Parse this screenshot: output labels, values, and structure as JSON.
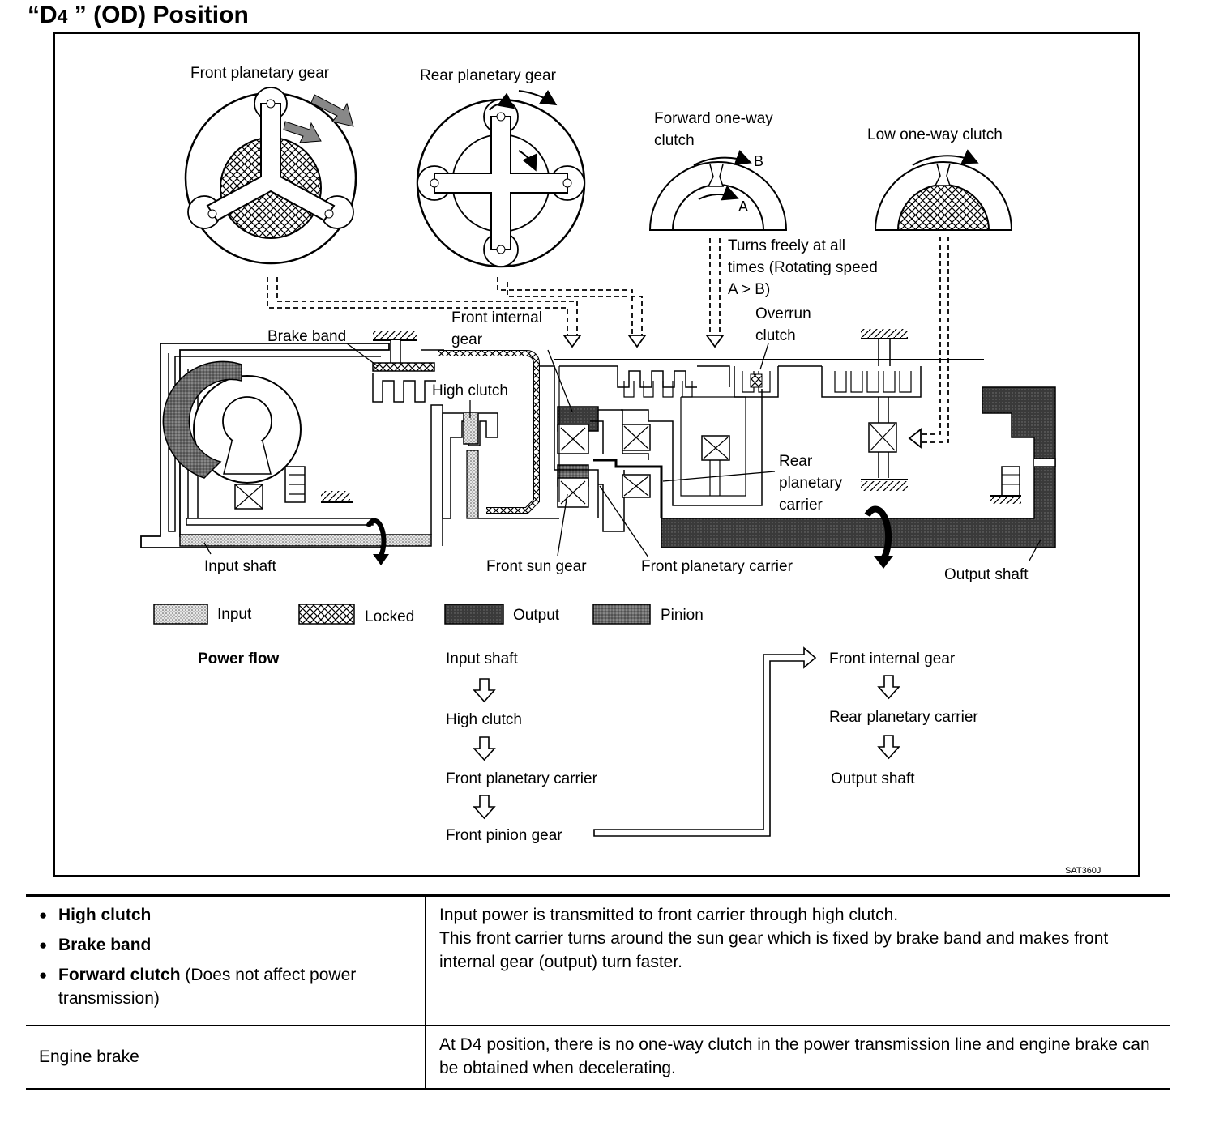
{
  "title": {
    "pre": "“D",
    "sub": "4",
    "post": " ” (OD) Position"
  },
  "labels": {
    "front_planetary_gear": "Front planetary gear",
    "rear_planetary_gear": "Rear planetary gear",
    "forward_one_way_clutch_1": "Forward one-way",
    "forward_one_way_clutch_2": "clutch",
    "low_one_way_clutch": "Low one-way clutch",
    "label_a": "A",
    "label_b": "B",
    "turns_freely_1": "Turns freely at all",
    "turns_freely_2": "times (Rotating speed",
    "turns_freely_3": "A > B)",
    "front_internal_gear_1": "Front internal",
    "front_internal_gear_2": "gear",
    "brake_band": "Brake band",
    "high_clutch": "High clutch",
    "overrun_clutch_1": "Overrun",
    "overrun_clutch_2": "clutch",
    "rear_planetary_carrier_1": "Rear",
    "rear_planetary_carrier_2": "planetary",
    "rear_planetary_carrier_3": "carrier",
    "input_shaft": "Input shaft",
    "front_sun_gear": "Front sun gear",
    "front_planetary_carrier": "Front planetary carrier",
    "output_shaft": "Output shaft",
    "figure_code": "SAT360J"
  },
  "legend": [
    {
      "label": "Input",
      "pattern": "input-dots"
    },
    {
      "label": "Locked",
      "pattern": "locked-cross"
    },
    {
      "label": "Output",
      "pattern": "output-dark"
    },
    {
      "label": "Pinion",
      "pattern": "pinion-mid"
    }
  ],
  "power_flow": {
    "heading": "Power flow",
    "left": [
      "Input shaft",
      "High clutch",
      "Front planetary carrier",
      "Front pinion gear"
    ],
    "right": [
      "Front internal gear",
      "Rear planetary carrier",
      "Output shaft"
    ]
  },
  "table": {
    "row1": {
      "items": [
        {
          "bold": "High clutch",
          "normal": ""
        },
        {
          "bold": "Brake band",
          "normal": ""
        },
        {
          "bold": "Forward clutch",
          "normal": " (Does not affect power transmission)"
        }
      ],
      "desc_1": "Input power is transmitted to front carrier through high clutch.",
      "desc_2": "This front carrier turns around the sun gear which is fixed by brake band and makes front internal gear (output) turn faster."
    },
    "row2": {
      "label": "Engine brake",
      "desc": "At D4  position, there is no one-way clutch in the power transmission line and engine brake can be obtained when decelerating."
    }
  }
}
